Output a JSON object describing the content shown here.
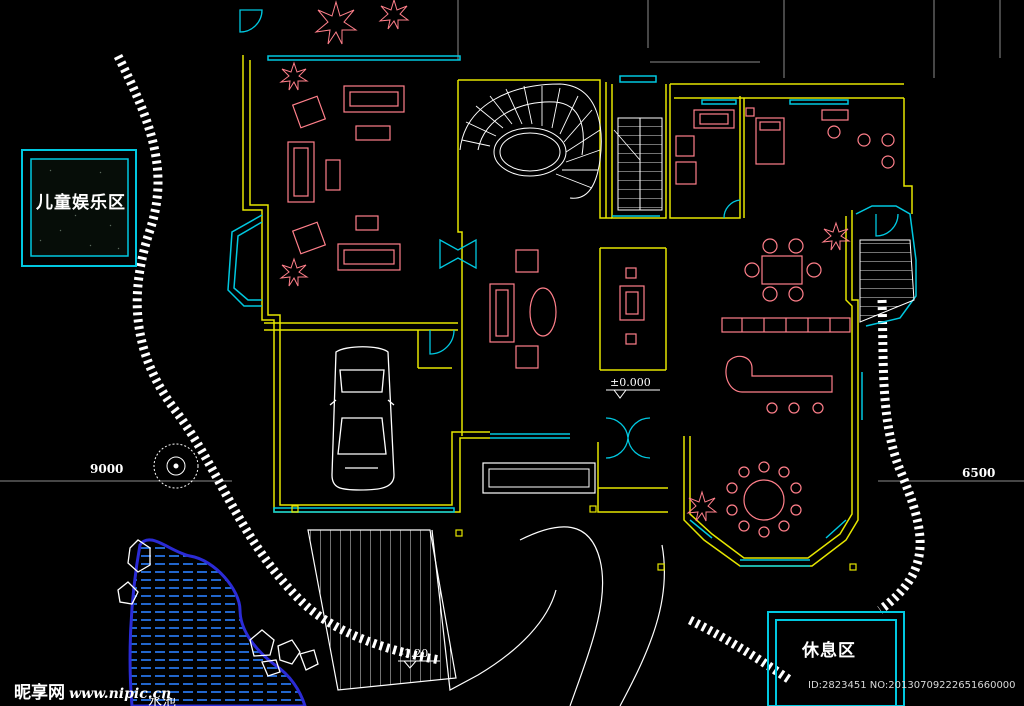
{
  "labels": {
    "kids_area": "儿童娱乐区",
    "rest_area": "休息区",
    "dim_left": "9000",
    "dim_right": "6500",
    "level_main": "±0.000",
    "level_low": "-1.20",
    "pool": "水池"
  },
  "watermark": {
    "brand": "昵享网",
    "url": "www.nipic.cn",
    "id_text": "ID:2823451 NO:20130709222651660000"
  },
  "colors": {
    "background": "#000000",
    "wall_yellow": "#e6e600",
    "wall_cyan": "#00c8e0",
    "furniture_pink": "#ff7f8a",
    "linework_white": "#ffffff",
    "water_blue": "#2a7fff",
    "pool_outline": "#2b2bd6",
    "dim_grey": "#8c8c8c"
  }
}
